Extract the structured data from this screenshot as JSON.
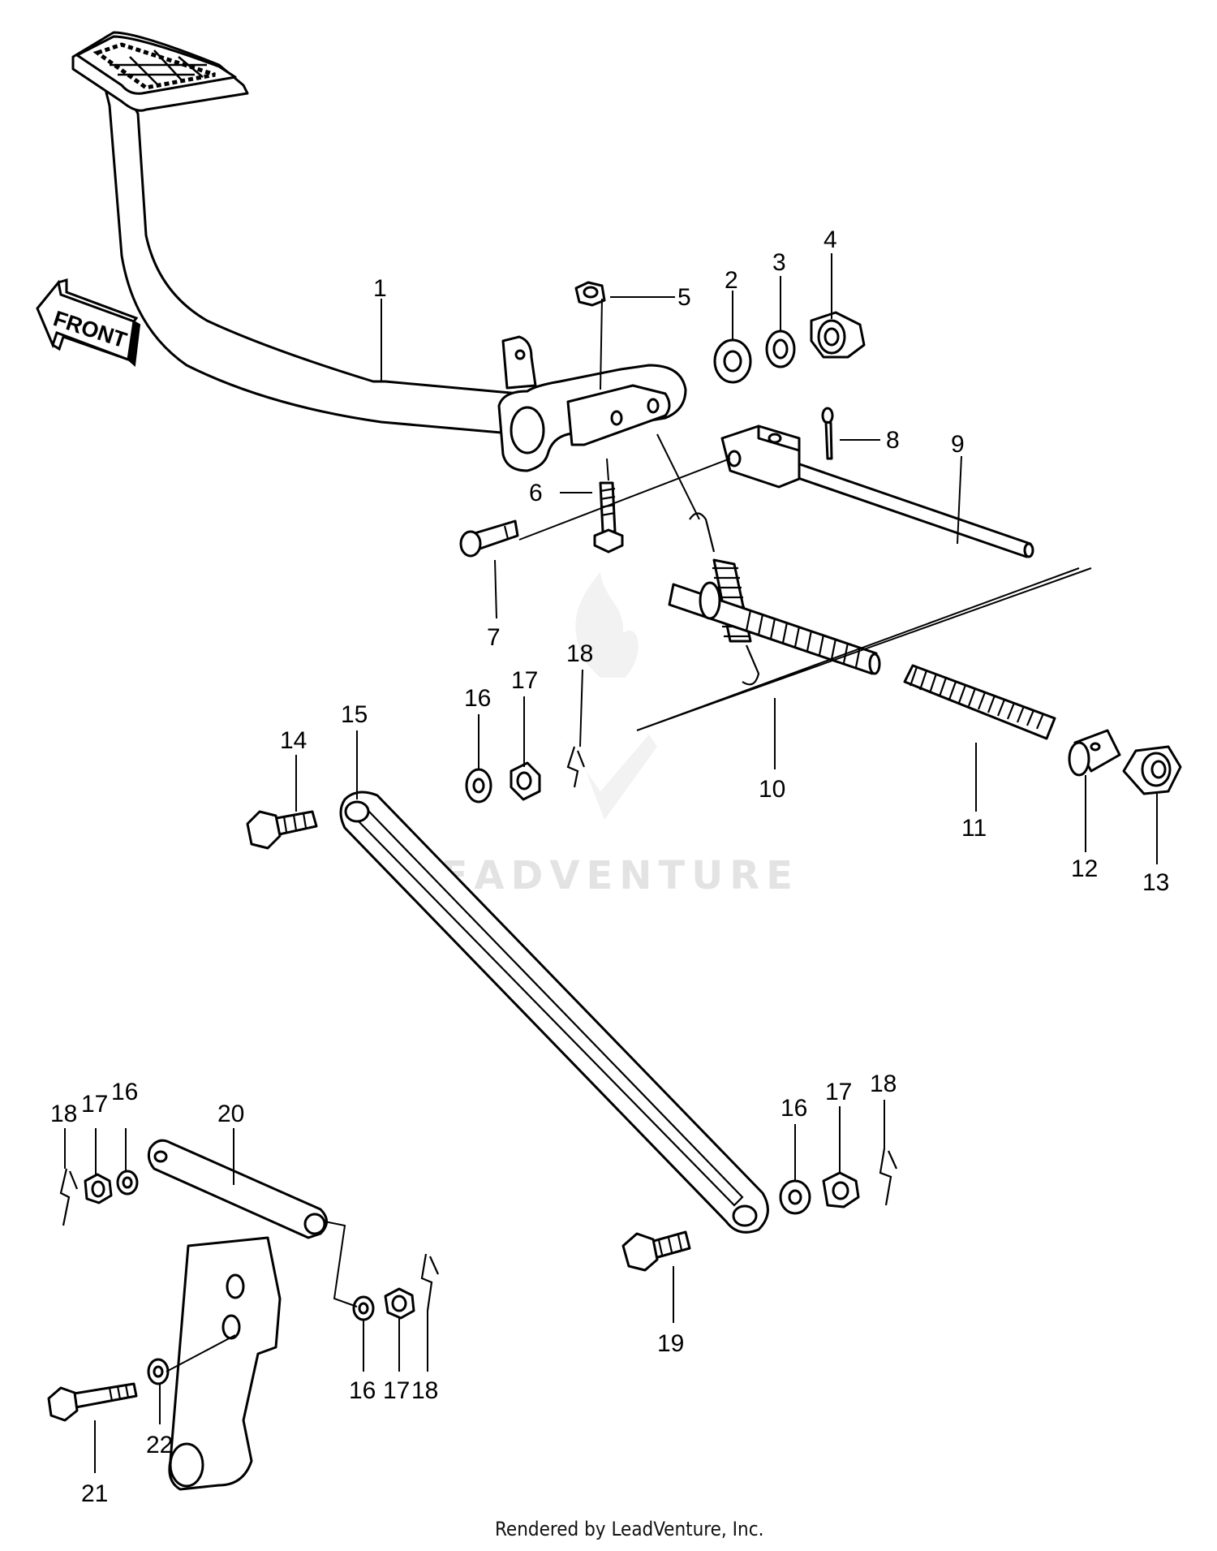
{
  "diagram": {
    "direction_label": "FRONT",
    "watermark": "LEADVENTURE",
    "footer": "Rendered by LeadVenture, Inc.",
    "callouts": {
      "c1": "1",
      "c2": "2",
      "c3": "3",
      "c4": "4",
      "c5": "5",
      "c6": "6",
      "c7": "7",
      "c8": "8",
      "c9": "9",
      "c10": "10",
      "c11": "11",
      "c12": "12",
      "c13": "13",
      "c14": "14",
      "c15": "15",
      "c16a": "16",
      "c17a": "17",
      "c18a": "18",
      "c16b": "16",
      "c17b": "17",
      "c18b": "18",
      "c16c": "16",
      "c17c": "17",
      "c18c": "18",
      "c16d": "16",
      "c17d": "17",
      "c18d": "18",
      "c19": "19",
      "c20": "20",
      "c21": "21",
      "c22": "22"
    },
    "icons": [
      "direction-arrow-icon",
      "watermark-logo-icon"
    ]
  }
}
